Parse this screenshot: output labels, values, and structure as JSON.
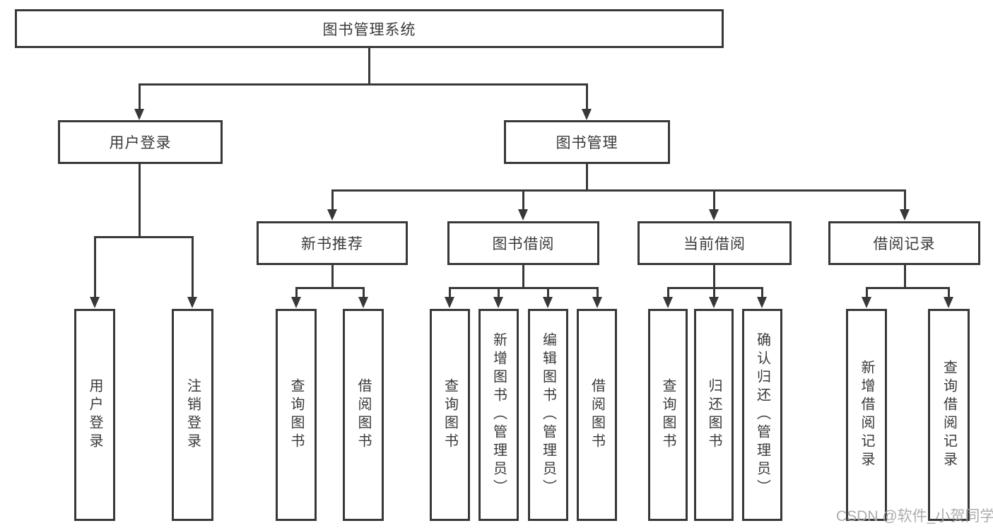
{
  "diagram": {
    "root": {
      "label": "图书管理系统"
    },
    "level2": [
      {
        "label": "用户登录",
        "children": [
          {
            "label": "用户登录"
          },
          {
            "label": "注销登录"
          }
        ]
      },
      {
        "label": "图书管理",
        "children": [
          {
            "label": "新书推荐",
            "children": [
              {
                "label": "查询图书"
              },
              {
                "label": "借阅图书"
              }
            ]
          },
          {
            "label": "图书借阅",
            "children": [
              {
                "label": "查询图书"
              },
              {
                "label": "新增图书（管理员）"
              },
              {
                "label": "编辑图书（管理员）"
              },
              {
                "label": "借阅图书"
              }
            ]
          },
          {
            "label": "当前借阅",
            "children": [
              {
                "label": "查询图书"
              },
              {
                "label": "归还图书"
              },
              {
                "label": "确认归还（管理员）"
              }
            ]
          },
          {
            "label": "借阅记录",
            "children": [
              {
                "label": "新增借阅记录"
              },
              {
                "label": "查询借阅记录"
              }
            ]
          }
        ]
      }
    ],
    "colors": {
      "line": "#383838",
      "box_border": "#383838",
      "text": "#3a3a3a",
      "background": "#ffffff",
      "watermark": "#a8a8a8"
    }
  },
  "watermark": {
    "text": "CSDN @软件_小贺同学"
  }
}
